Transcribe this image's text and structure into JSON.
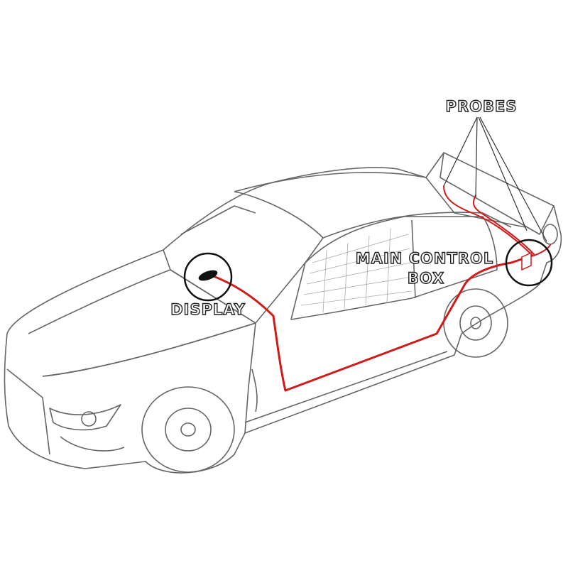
{
  "labels": {
    "probes": "PROBES",
    "main_control": "MAIN CONTROL",
    "box": "BOX",
    "display": "DISPLAY"
  },
  "colors": {
    "wire": "#d11a1a",
    "sketch": "#555555",
    "callout": "#111111"
  }
}
